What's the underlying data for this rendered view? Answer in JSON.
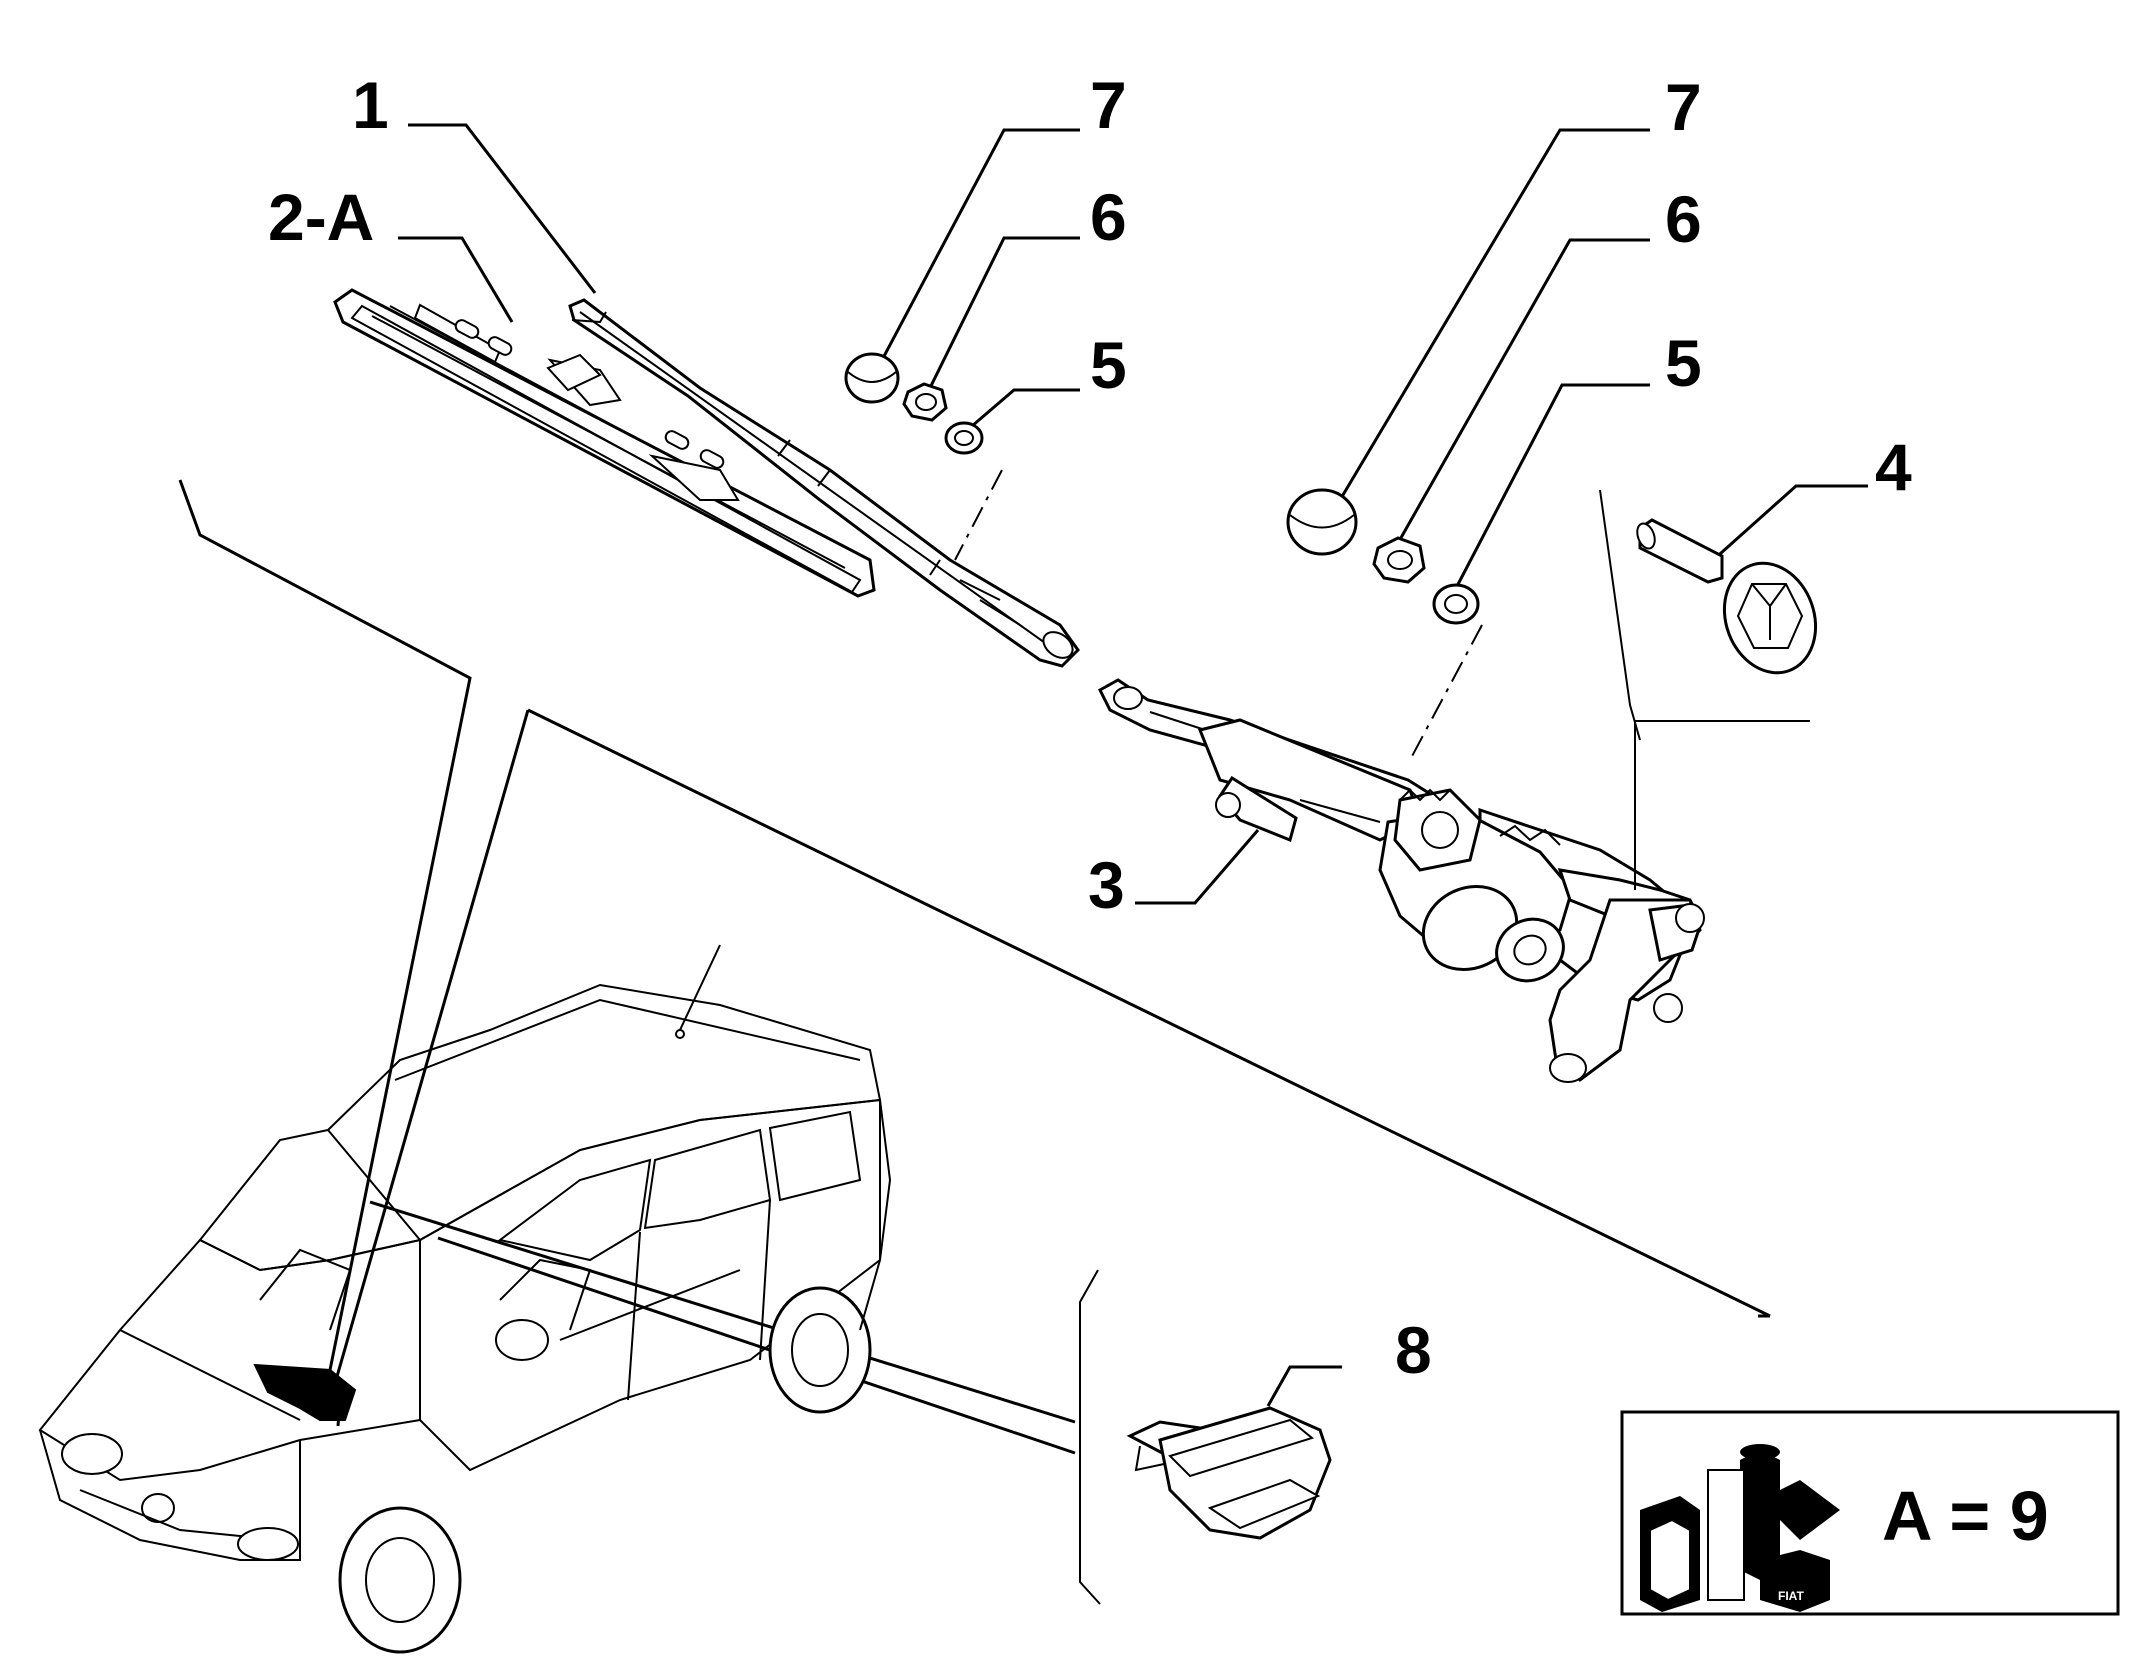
{
  "callouts": {
    "part_1": "1",
    "part_2a": "2-A",
    "part_7_left": "7",
    "part_6_left": "6",
    "part_5_left": "5",
    "part_7_right": "7",
    "part_6_right": "6",
    "part_5_right": "5",
    "part_4": "4",
    "part_3": "3",
    "part_8": "8"
  },
  "legend": {
    "equation": "A = 9",
    "can_brand": "FIAT"
  },
  "colors": {
    "ink": "#000000",
    "paper": "#ffffff"
  },
  "icons": [
    "lubricant-can-icon"
  ]
}
